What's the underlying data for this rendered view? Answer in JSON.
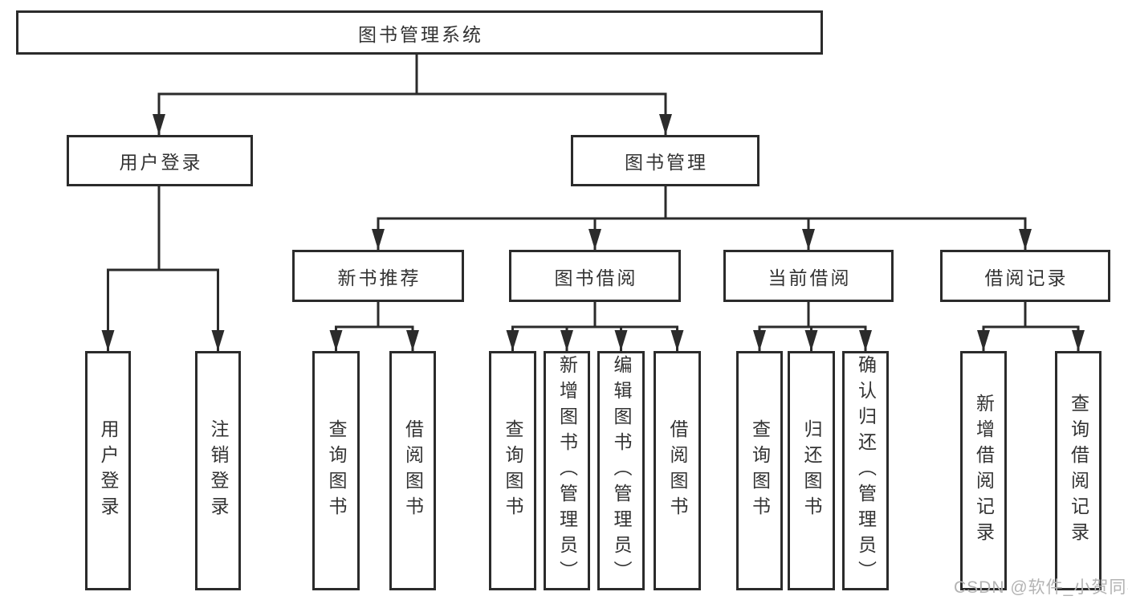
{
  "diagram": {
    "root": {
      "label": "图书管理系统"
    },
    "level2": [
      {
        "label": "用户登录"
      },
      {
        "label": "图书管理"
      }
    ],
    "level3": [
      {
        "label": "新书推荐"
      },
      {
        "label": "图书借阅"
      },
      {
        "label": "当前借阅"
      },
      {
        "label": "借阅记录"
      }
    ],
    "leaves": {
      "user": [
        {
          "label": "用户登录"
        },
        {
          "label": "注销登录"
        }
      ],
      "recommend": [
        {
          "label": "查询图书"
        },
        {
          "label": "借阅图书"
        }
      ],
      "borrow": [
        {
          "label": "查询图书"
        },
        {
          "label": "新增图书（管理员）"
        },
        {
          "label": "编辑图书（管理员）"
        },
        {
          "label": "借阅图书"
        }
      ],
      "current": [
        {
          "label": "查询图书"
        },
        {
          "label": "归还图书"
        },
        {
          "label": "确认归还（管理员）"
        }
      ],
      "records": [
        {
          "label": "新增借阅记录"
        },
        {
          "label": "查询借阅记录"
        }
      ]
    },
    "watermark": "CSDN @软件_小贺同学",
    "colors": {
      "line": "#2b2b2b",
      "text": "#333333",
      "watermark": "#b3b3b3",
      "background": "#ffffff"
    }
  }
}
